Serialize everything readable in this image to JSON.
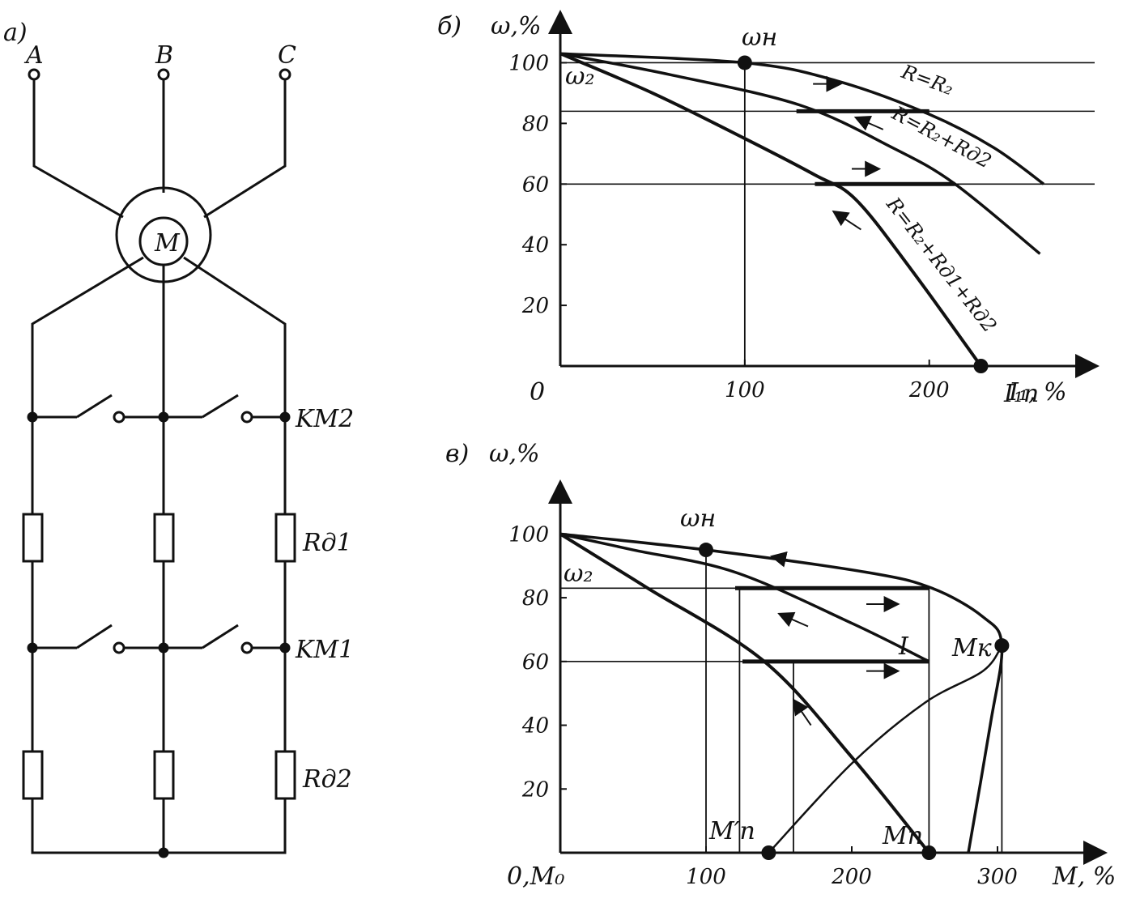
{
  "panels": {
    "a": {
      "label": "а)",
      "phases": [
        "A",
        "B",
        "C"
      ],
      "motor_label": "M",
      "contactors": [
        "KM2",
        "KM1"
      ],
      "resistors": [
        "Rд1",
        "Rд2"
      ]
    },
    "b": {
      "label": "б)",
      "ylabel": "ω,%",
      "xlabel": "I₁, %",
      "origin_label": "0",
      "point_rated": "ωн",
      "point_omega2": "ω₂",
      "point_start_current": "I₁п",
      "curve_labels": [
        "R=R₂",
        "R=R₂+Rд2",
        "R=R₂+Rд1+Rд2"
      ]
    },
    "c": {
      "label": "в)",
      "ylabel": "ω,%",
      "xlabel": "M, %",
      "origin_label": "0,M₀",
      "point_rated": "ωн",
      "point_omega2": "ω₂",
      "point_critical": "Mк",
      "point_start": "Mп",
      "point_start_prime": "M′п",
      "curve_number": "I"
    }
  },
  "chart_data": [
    {
      "type": "line",
      "panel": "б",
      "xlabel": "I₁, %",
      "ylabel": "ω,%",
      "xlim": [
        0,
        280
      ],
      "ylim": [
        0,
        110
      ],
      "x_ticks": [
        100,
        200
      ],
      "y_ticks": [
        20,
        40,
        60,
        80,
        100
      ],
      "series": [
        {
          "name": "R=R₂",
          "x": [
            0,
            100,
            150,
            200,
            235,
            262
          ],
          "y": [
            103,
            100,
            94,
            83,
            72,
            60
          ]
        },
        {
          "name": "R=R₂+Rд2",
          "x": [
            0,
            60,
            130,
            180,
            214,
            260
          ],
          "y": [
            103,
            96,
            86,
            72,
            60,
            37
          ]
        },
        {
          "name": "R=R₂+Rд1+Rд2",
          "x": [
            0,
            50,
            100,
            138,
            160,
            190,
            228
          ],
          "y": [
            103,
            90,
            75,
            63,
            55,
            32,
            0
          ]
        }
      ],
      "switching_levels": [
        100,
        84,
        60
      ],
      "points": {
        "ωн": [
          100,
          100
        ],
        "I₁п": [
          228,
          0
        ]
      }
    },
    {
      "type": "line",
      "panel": "в",
      "xlabel": "M, %",
      "ylabel": "ω,%",
      "xlim": [
        0,
        360
      ],
      "ylim": [
        0,
        110
      ],
      "x_ticks": [
        100,
        200,
        300
      ],
      "y_ticks": [
        20,
        40,
        60,
        80,
        100
      ],
      "series": [
        {
          "name": "R=R₂",
          "x": [
            0,
            100,
            210,
            255,
            290,
            303,
            295,
            280
          ],
          "y": [
            100,
            95,
            88,
            83,
            74,
            65,
            40,
            0
          ]
        },
        {
          "name": "R=R₂+Rд2",
          "x": [
            0,
            50,
            120,
            200,
            253
          ],
          "y": [
            100,
            95,
            88,
            72,
            60
          ]
        },
        {
          "name": "R=R₂+Rд1+Rд2",
          "x": [
            0,
            60,
            140,
            200,
            253
          ],
          "y": [
            100,
            83,
            60,
            30,
            0
          ]
        },
        {
          "name": "I",
          "x": [
            143,
            200,
            250,
            290,
            303
          ],
          "y": [
            0,
            28,
            47,
            57,
            65
          ]
        }
      ],
      "switching_levels": [
        83,
        60
      ],
      "points": {
        "ωн": [
          100,
          95
        ],
        "Mк": [
          303,
          65
        ],
        "Mп": [
          253,
          0
        ],
        "M′п": [
          143,
          0
        ]
      }
    }
  ]
}
